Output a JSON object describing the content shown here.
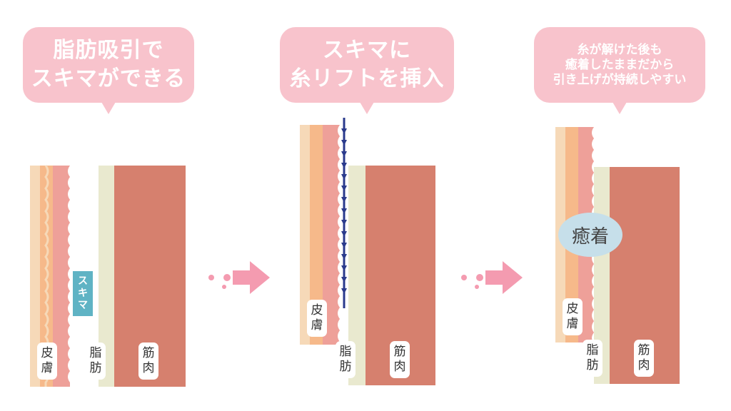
{
  "steps": [
    {
      "bubble_lines": [
        "脂肪吸引で",
        "スキマができる"
      ],
      "labels": {
        "skin": "皮膚",
        "fat": "脂肪",
        "muscle": "筋肉",
        "gap": "スキマ"
      }
    },
    {
      "bubble_lines": [
        "スキマに",
        "糸リフトを挿入"
      ],
      "labels": {
        "skin": "皮膚",
        "fat": "脂肪",
        "muscle": "筋肉"
      }
    },
    {
      "bubble_lines": [
        "糸が解けた後も",
        "癒着したままだから",
        "引き上げが持続しやすい"
      ],
      "labels": {
        "skin": "皮膚",
        "fat": "脂肪",
        "muscle": "筋肉",
        "adhesion": "癒着"
      }
    }
  ],
  "colors": {
    "bubble": "#f8c3cc",
    "skin_outer": "#f6d9b8",
    "skin_mid": "#f6b98a",
    "skin_inner": "#eea099",
    "fat": "#e9e9cf",
    "muscle": "#d6806e",
    "gap_label": "#5fb3c4",
    "thread": "#2a3a8c",
    "arrow": "#f49bb0",
    "adhesion": "#c6dfea"
  },
  "icons": [
    "arrow-right-icon",
    "arrow-right-icon"
  ]
}
